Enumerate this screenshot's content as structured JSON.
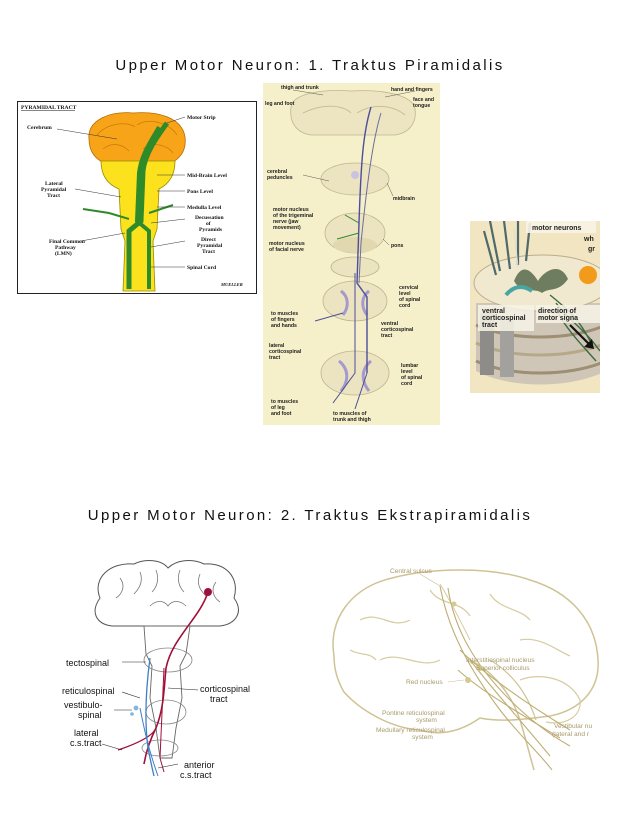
{
  "section1": {
    "heading": "Upper Motor Neuron: 1. Traktus Piramidalis",
    "figure_a": {
      "title": "PYRAMIDAL TRACT",
      "labels": {
        "cerebrum": "Cerebrum",
        "motor_strip": "Motor Strip",
        "midbrain_level": "Mid-Brain Level",
        "lateral_tract": [
          "Lateral",
          "Pyramidal",
          "Tract"
        ],
        "pons_level": "Pons Level",
        "medulla_level": "Medulla Level",
        "decussation": [
          "Decussation",
          "of",
          "Pyramids"
        ],
        "final_common": [
          "Final Common",
          "Pathway",
          "(LMN)"
        ],
        "direct_tract": [
          "Direct",
          "Pyramidal",
          "Tract"
        ],
        "spinal_cord": "Spinal Cord",
        "signature": "MUELLER"
      }
    },
    "figure_b": {
      "labels": {
        "thigh_trunk": "thigh and trunk",
        "leg_foot": "leg and foot",
        "hand_fingers": "hand and fingers",
        "face_tongue": [
          "face and",
          "tongue"
        ],
        "cerebral_peduncles": [
          "cerebral",
          "peduncles"
        ],
        "midbrain": "midbrain",
        "trigeminal": [
          "motor nucleus",
          "of the trigeminal",
          "nerve (jaw",
          "movement)"
        ],
        "facial": [
          "motor nucleus",
          "of facial nerve"
        ],
        "pons": "pons",
        "cervical": [
          "cervical",
          "level",
          "of spinal",
          "cord"
        ],
        "muscles_fingers": [
          "to muscles",
          "of fingers",
          "and hands"
        ],
        "ventral_cst": [
          "ventral",
          "corticospinal",
          "tract"
        ],
        "lateral_cst": [
          "lateral",
          "corticospinal",
          "tract"
        ],
        "lumbar": [
          "lumbar",
          "level",
          "of spinal",
          "cord"
        ],
        "muscles_leg": [
          "to muscles",
          "of leg",
          "and foot"
        ],
        "muscles_trunk": [
          "to muscles of",
          "trunk and thigh"
        ]
      }
    },
    "figure_c": {
      "labels": {
        "motor_neurons": "motor neurons",
        "white_partial": "wh",
        "gray_partial": "gr",
        "ventral_cst": [
          "ventral",
          "corticospinal",
          "tract"
        ],
        "direction": [
          "direction of",
          "motor signa"
        ]
      }
    }
  },
  "section2": {
    "heading": "Upper Motor Neuron: 2. Traktus Ekstrapiramidalis",
    "figure_d": {
      "labels": {
        "tectospinal": "tectospinal",
        "reticulospinal": "reticulospinal",
        "vestibulospinal": [
          "vestibulo-",
          "spinal"
        ],
        "corticospinal": [
          "corticospinal",
          "tract"
        ],
        "lateral_cs": [
          "lateral",
          "c.s.tract"
        ],
        "anterior_cs": [
          "anterior",
          "c.s.tract"
        ]
      }
    },
    "figure_e": {
      "labels": {
        "central_sulcus": "Central sulcus",
        "interstitiospinal": "Interstitiospinal nucleus",
        "superior_colliculus": "Superior colliculus",
        "red_nucleus": "Red nucleus",
        "pontine": [
          "Pontine reticulospinal",
          "system"
        ],
        "medullary": [
          "Medullary reticulospinal",
          "system"
        ],
        "vestibular": [
          "Vestibular nu",
          "(lateral and r"
        ]
      }
    }
  },
  "colors": {
    "yellow": "#fbe21d",
    "orange": "#f7a418",
    "tract_green": "#2f8a2a",
    "beige": "#f4efc9",
    "tract_crimson": "#a0103a",
    "tract_blue": "#3f7fc4",
    "sketch_khaki": "#cfc394"
  }
}
